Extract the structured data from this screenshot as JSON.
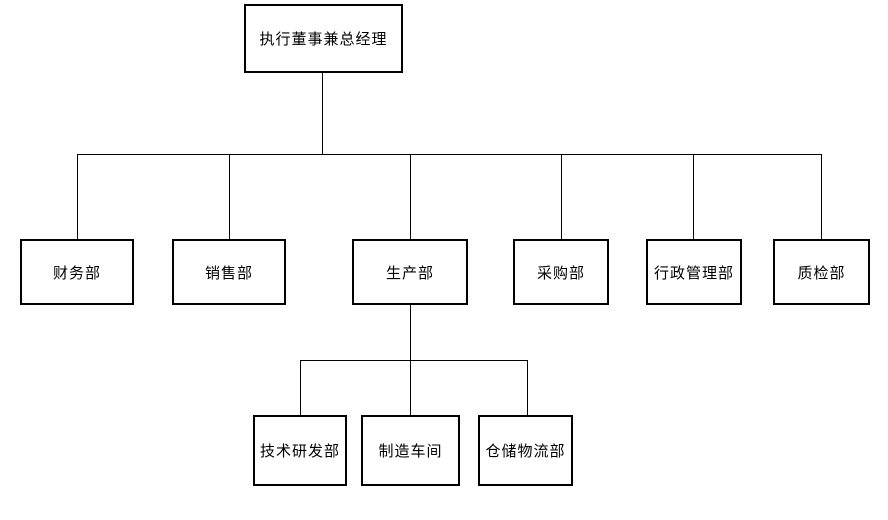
{
  "page": {
    "background_color": "#ffffff",
    "line_color": "#000000",
    "text_color": "#000000"
  },
  "org_chart": {
    "type": "org-tree",
    "root": {
      "label": "执行董事兼总经理"
    },
    "departments": [
      {
        "label": "财务部"
      },
      {
        "label": "销售部"
      },
      {
        "label": "生产部"
      },
      {
        "label": "采购部"
      },
      {
        "label": "行政管理部"
      },
      {
        "label": "质检部"
      }
    ],
    "production_sub_departments": [
      {
        "label": "技术研发部"
      },
      {
        "label": "制造车间"
      },
      {
        "label": "仓储物流部"
      }
    ]
  }
}
